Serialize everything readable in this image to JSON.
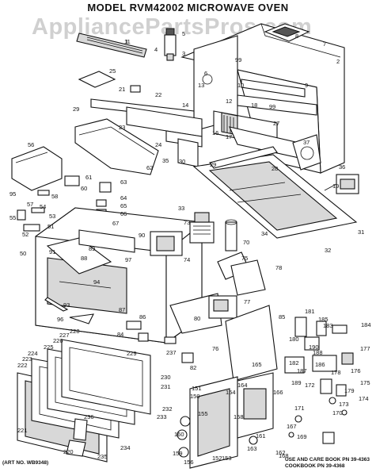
{
  "title": "MODEL RVM42002 MICROWAVE OVEN",
  "watermark": "AppliancePartsPros.com",
  "art_number": "(ART NO. WB9348)",
  "use_and_care": "USE AND CARE BOOK PN 39-4363",
  "cookbook": "COOKBOOK PN 39-4368",
  "callouts": [
    {
      "id": "c1",
      "label": "1"
    },
    {
      "id": "c2",
      "label": "2"
    },
    {
      "id": "c3",
      "label": "3"
    },
    {
      "id": "c4",
      "label": "4"
    },
    {
      "id": "c5",
      "label": "5"
    },
    {
      "id": "c6",
      "label": "6"
    },
    {
      "id": "c7",
      "label": "7"
    },
    {
      "id": "c8",
      "label": "8"
    },
    {
      "id": "c9",
      "label": "9"
    },
    {
      "id": "c10",
      "label": "10"
    },
    {
      "id": "c11",
      "label": "11"
    },
    {
      "id": "c12",
      "label": "12"
    },
    {
      "id": "c13",
      "label": "13"
    },
    {
      "id": "c14",
      "label": "14"
    },
    {
      "id": "c16",
      "label": "16"
    },
    {
      "id": "c17",
      "label": "17"
    },
    {
      "id": "c18",
      "label": "18"
    },
    {
      "id": "c19",
      "label": "19"
    },
    {
      "id": "c21",
      "label": "21"
    },
    {
      "id": "c22",
      "label": "22"
    },
    {
      "id": "c23",
      "label": "23"
    },
    {
      "id": "c24",
      "label": "24"
    },
    {
      "id": "c25",
      "label": "25"
    },
    {
      "id": "c27",
      "label": "27"
    },
    {
      "id": "c28",
      "label": "28"
    },
    {
      "id": "c29",
      "label": "29"
    },
    {
      "id": "c29b",
      "label": "29"
    },
    {
      "id": "c30",
      "label": "30"
    },
    {
      "id": "c31",
      "label": "31"
    },
    {
      "id": "c32",
      "label": "32"
    },
    {
      "id": "c33",
      "label": "33"
    },
    {
      "id": "c34",
      "label": "34"
    },
    {
      "id": "c35",
      "label": "35"
    },
    {
      "id": "c36",
      "label": "36"
    },
    {
      "id": "c37",
      "label": "37"
    },
    {
      "id": "c50",
      "label": "50"
    },
    {
      "id": "c51",
      "label": "51"
    },
    {
      "id": "c52",
      "label": "52"
    },
    {
      "id": "c53",
      "label": "53"
    },
    {
      "id": "c54",
      "label": "54"
    },
    {
      "id": "c55",
      "label": "55"
    },
    {
      "id": "c56",
      "label": "56"
    },
    {
      "id": "c57",
      "label": "57"
    },
    {
      "id": "c58",
      "label": "58"
    },
    {
      "id": "c60",
      "label": "60"
    },
    {
      "id": "c61",
      "label": "61"
    },
    {
      "id": "c62",
      "label": "62"
    },
    {
      "id": "c63",
      "label": "63"
    },
    {
      "id": "c64",
      "label": "64"
    },
    {
      "id": "c65",
      "label": "65"
    },
    {
      "id": "c66",
      "label": "66"
    },
    {
      "id": "c67",
      "label": "67"
    },
    {
      "id": "c70",
      "label": "70"
    },
    {
      "id": "c73",
      "label": "73"
    },
    {
      "id": "c74",
      "label": "74"
    },
    {
      "id": "c75",
      "label": "75"
    },
    {
      "id": "c76",
      "label": "76"
    },
    {
      "id": "c77",
      "label": "77"
    },
    {
      "id": "c78",
      "label": "78"
    },
    {
      "id": "c80",
      "label": "80"
    },
    {
      "id": "c82",
      "label": "82"
    },
    {
      "id": "c84",
      "label": "84"
    },
    {
      "id": "c85",
      "label": "85"
    },
    {
      "id": "c86",
      "label": "86"
    },
    {
      "id": "c87",
      "label": "87"
    },
    {
      "id": "c88",
      "label": "88"
    },
    {
      "id": "c89",
      "label": "89"
    },
    {
      "id": "c90",
      "label": "90"
    },
    {
      "id": "c91",
      "label": "91"
    },
    {
      "id": "c93",
      "label": "93"
    },
    {
      "id": "c94",
      "label": "94"
    },
    {
      "id": "c95",
      "label": "95"
    },
    {
      "id": "c96",
      "label": "96"
    },
    {
      "id": "c97",
      "label": "97"
    },
    {
      "id": "c99",
      "label": "99"
    },
    {
      "id": "c99b",
      "label": "99"
    },
    {
      "id": "c150",
      "label": "150"
    },
    {
      "id": "c151",
      "label": "151"
    },
    {
      "id": "c152",
      "label": "152"
    },
    {
      "id": "c153",
      "label": "153"
    },
    {
      "id": "c154",
      "label": "154"
    },
    {
      "id": "c155",
      "label": "155"
    },
    {
      "id": "c156",
      "label": "156"
    },
    {
      "id": "c158",
      "label": "158"
    },
    {
      "id": "c159",
      "label": "159"
    },
    {
      "id": "c160",
      "label": "160"
    },
    {
      "id": "c161",
      "label": "161"
    },
    {
      "id": "c162",
      "label": "162"
    },
    {
      "id": "c163",
      "label": "163"
    },
    {
      "id": "c164",
      "label": "164"
    },
    {
      "id": "c165",
      "label": "165"
    },
    {
      "id": "c166",
      "label": "166"
    },
    {
      "id": "c167",
      "label": "167"
    },
    {
      "id": "c168",
      "label": "168"
    },
    {
      "id": "c169",
      "label": "169"
    },
    {
      "id": "c170",
      "label": "170"
    },
    {
      "id": "c171",
      "label": "171"
    },
    {
      "id": "c172",
      "label": "172"
    },
    {
      "id": "c173",
      "label": "173"
    },
    {
      "id": "c174",
      "label": "174"
    },
    {
      "id": "c175",
      "label": "175"
    },
    {
      "id": "c176",
      "label": "176"
    },
    {
      "id": "c177",
      "label": "177"
    },
    {
      "id": "c178",
      "label": "178"
    },
    {
      "id": "c179",
      "label": "179"
    },
    {
      "id": "c180",
      "label": "180"
    },
    {
      "id": "c181",
      "label": "181"
    },
    {
      "id": "c182",
      "label": "182"
    },
    {
      "id": "c183",
      "label": "183"
    },
    {
      "id": "c184",
      "label": "184"
    },
    {
      "id": "c185",
      "label": "185"
    },
    {
      "id": "c186",
      "label": "186"
    },
    {
      "id": "c187",
      "label": "187"
    },
    {
      "id": "c188",
      "label": "188"
    },
    {
      "id": "c189",
      "label": "189"
    },
    {
      "id": "c190",
      "label": "190"
    },
    {
      "id": "c220",
      "label": "220"
    },
    {
      "id": "c221",
      "label": "221"
    },
    {
      "id": "c222",
      "label": "222"
    },
    {
      "id": "c223",
      "label": "223"
    },
    {
      "id": "c224",
      "label": "224"
    },
    {
      "id": "c225",
      "label": "225"
    },
    {
      "id": "c226",
      "label": "226"
    },
    {
      "id": "c227",
      "label": "227"
    },
    {
      "id": "c228",
      "label": "228"
    },
    {
      "id": "c229",
      "label": "229"
    },
    {
      "id": "c230",
      "label": "230"
    },
    {
      "id": "c231",
      "label": "231"
    },
    {
      "id": "c232",
      "label": "232"
    },
    {
      "id": "c233",
      "label": "233"
    },
    {
      "id": "c234",
      "label": "234"
    },
    {
      "id": "c235",
      "label": "235"
    },
    {
      "id": "c236",
      "label": "236"
    },
    {
      "id": "c237",
      "label": "237"
    }
  ]
}
